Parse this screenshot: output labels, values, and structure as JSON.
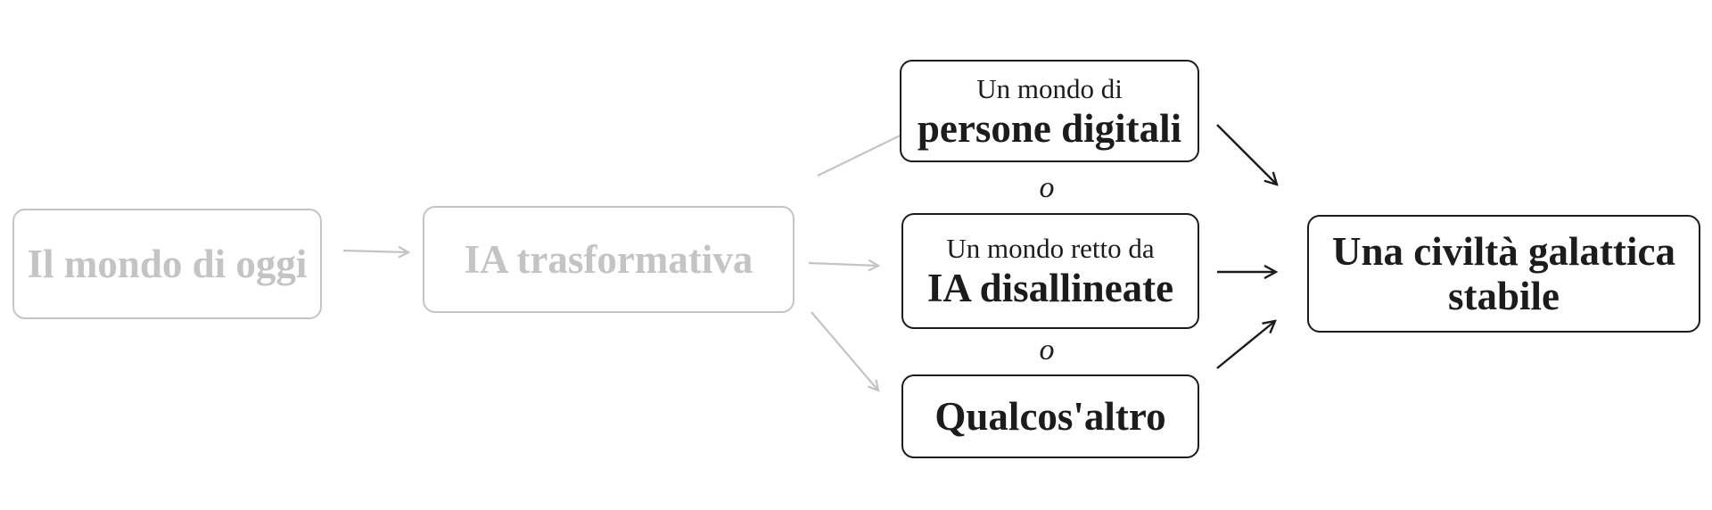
{
  "nodes": {
    "today": {
      "label": "Il mondo di oggi"
    },
    "tai": {
      "label": "IA trasformativa"
    },
    "digital": {
      "line1": "Un mondo di",
      "line2": "persone digitali"
    },
    "misaligned": {
      "line1": "Un mondo retto da",
      "line2": "IA disallineate"
    },
    "other": {
      "label": "Qualcos'altro"
    },
    "civ": {
      "line1": "Una civiltà galattica",
      "line2": "stabile"
    }
  },
  "connectors": {
    "or1": "o",
    "or2": "o"
  },
  "colors": {
    "active": "#1c1c1c",
    "faded": "#c4c4c4"
  }
}
